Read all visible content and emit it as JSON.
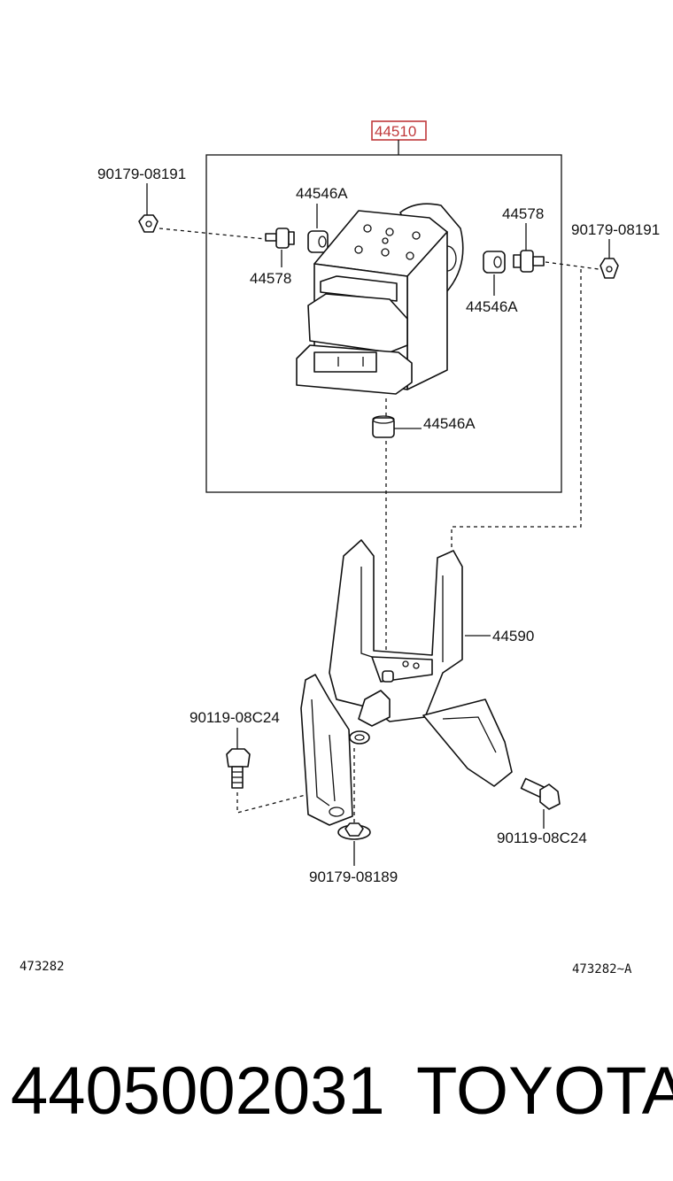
{
  "diagram": {
    "highlighted_part": "44510",
    "labels": {
      "p44510": "44510",
      "p90179_08191_left": "90179-08191",
      "p44546A_top": "44546A",
      "p44578_left": "44578",
      "p44578_right": "44578",
      "p90179_08191_right": "90179-08191",
      "p44546A_right": "44546A",
      "p44546A_lower": "44546A",
      "p44590": "44590",
      "p90119_08C24_left": "90119-08C24",
      "p90119_08C24_right": "90119-08C24",
      "p90179_08189": "90179-08189"
    },
    "figure_codes": {
      "left": "473282",
      "right": "473282~A"
    }
  },
  "footer": {
    "part_number": "4405002031",
    "brand": "TOYOTA"
  },
  "colors": {
    "highlight": "#c0393b",
    "line": "#111111",
    "background": "#ffffff"
  }
}
